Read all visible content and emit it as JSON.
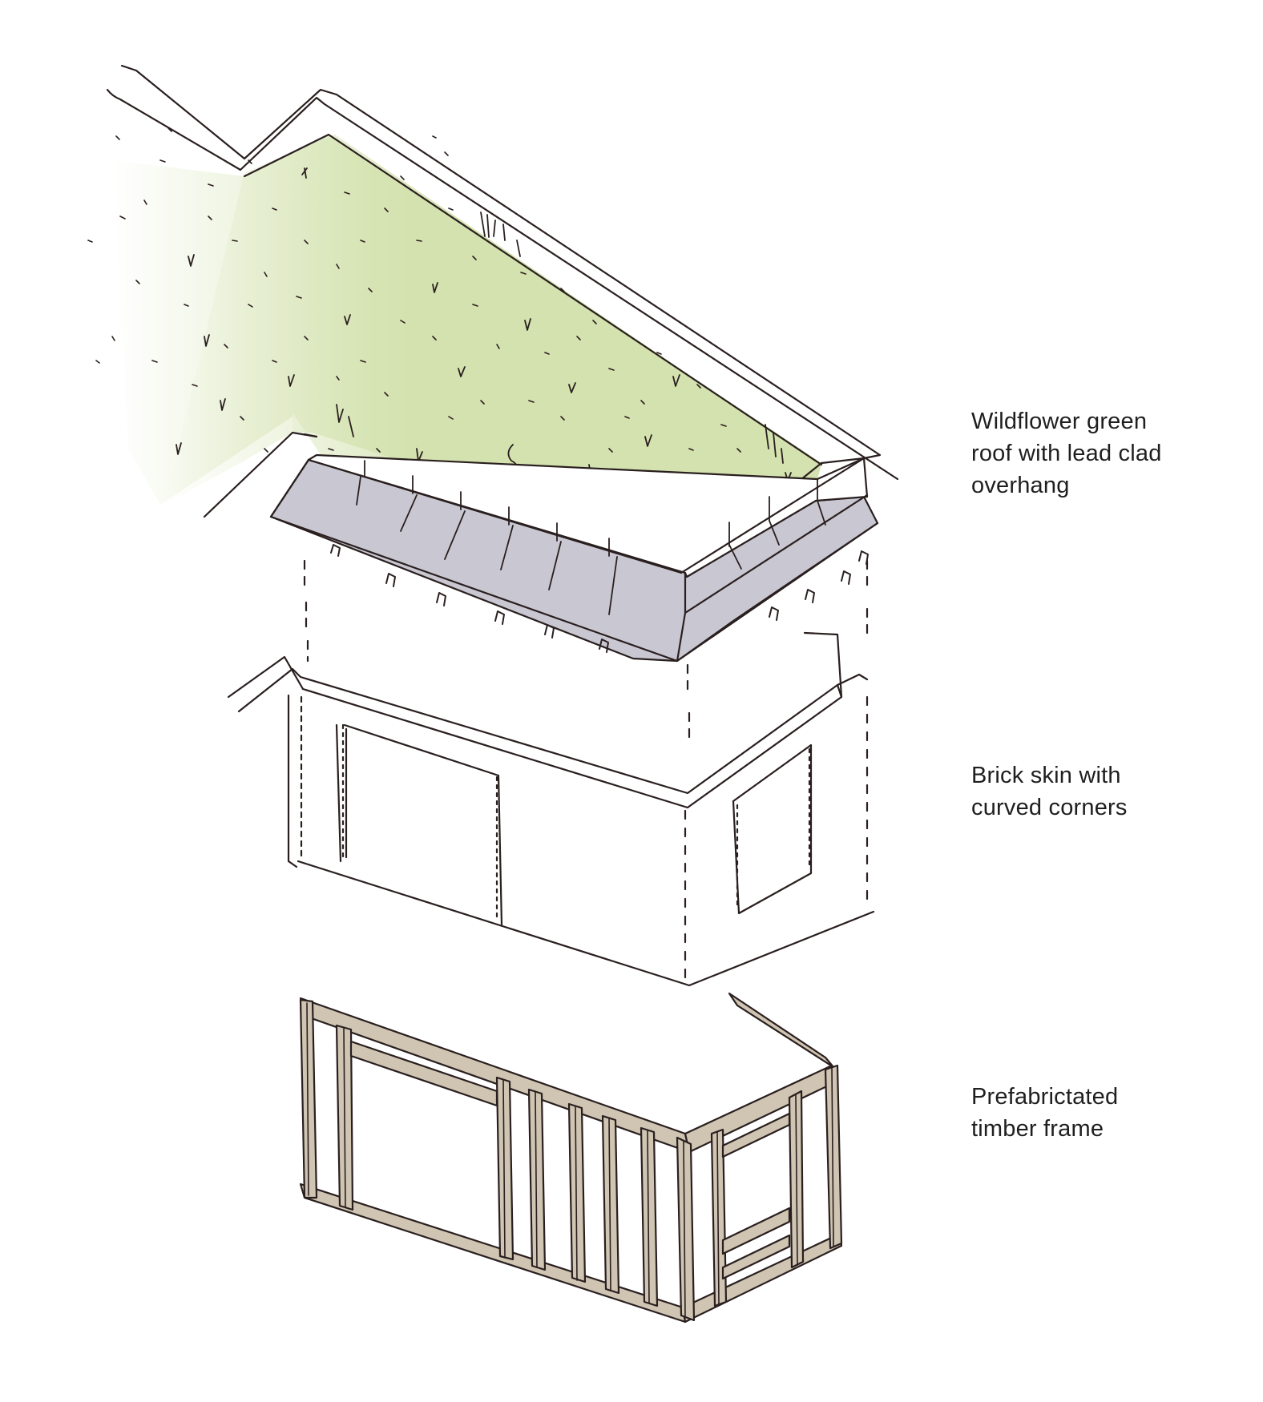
{
  "labels": {
    "roof": [
      "Wildflower green",
      "roof with lead clad",
      "overhang"
    ],
    "brick": [
      "Brick skin with",
      "curved corners"
    ],
    "frame": [
      "Prefabrictated",
      "timber frame"
    ]
  },
  "colors": {
    "green_roof": "#d3e2ae",
    "lead_cladding": "#c9c8d2",
    "timber": "#cfc5b2",
    "ink": "#2a1f1f",
    "background": "#ffffff"
  },
  "layers": [
    {
      "name": "Wildflower green roof",
      "icon": "grass-tuft-icon"
    },
    {
      "name": "Brick skin",
      "icon": "brick-wall-icon"
    },
    {
      "name": "Timber frame",
      "icon": "timber-stud-icon"
    }
  ]
}
